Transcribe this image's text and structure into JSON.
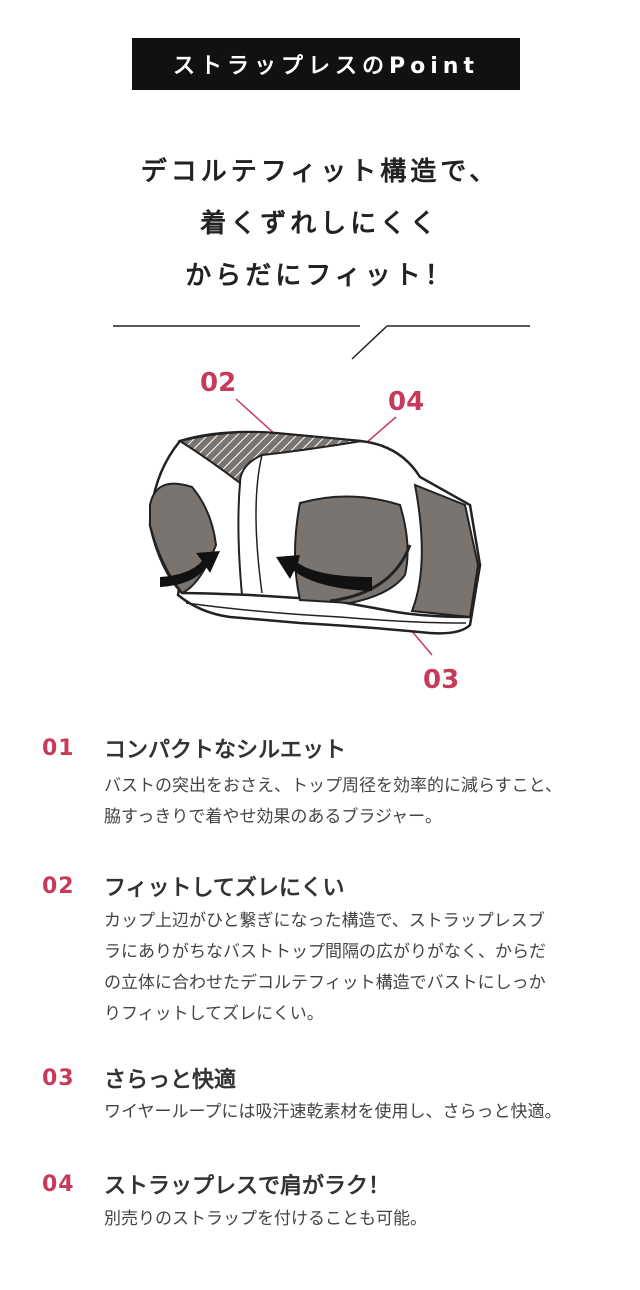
{
  "title": "ストラップレスのPoint",
  "headline": [
    "デコルテフィット構造で、",
    "着くずれしにくく",
    "からだにフィット！"
  ],
  "callouts": {
    "c02": "02",
    "c03": "03",
    "c04": "04"
  },
  "colors": {
    "accent": "#c63a5a",
    "badge_bg": "#111111"
  },
  "points": [
    {
      "num": "01",
      "title": "コンパクトなシルエット",
      "body": [
        "バストの突出をおさえ、トップ周径を効率的に減らすこと、",
        "脇すっきりで着やせ効果のあるブラジャー。"
      ]
    },
    {
      "num": "02",
      "title": "フィットしてズレにくい",
      "body": [
        "カップ上辺がひと繋ぎになった構造で、ストラップレスブ",
        "ラにありがちなバストトップ間隔の広がりがなく、からだ",
        "の立体に合わせたデコルテフィット構造でバストにしっか",
        "りフィットしてズレにくい。"
      ]
    },
    {
      "num": "03",
      "title": "さらっと快適",
      "body": [
        "ワイヤーループには吸汗速乾素材を使用し、さらっと快適。"
      ]
    },
    {
      "num": "04",
      "title": "ストラップレスで肩がラク！",
      "body": [
        "別売りのストラップを付けることも可能。"
      ]
    }
  ]
}
